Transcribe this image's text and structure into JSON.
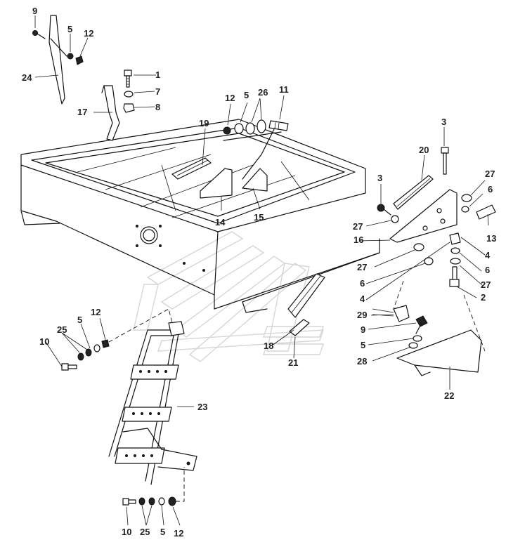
{
  "labels": {
    "l9a": "9",
    "l5a": "5",
    "l12a": "12",
    "l24": "24",
    "l1": "1",
    "l7": "7",
    "l8": "8",
    "l17": "17",
    "l12b": "12",
    "l5b": "5",
    "l26": "26",
    "l11": "11",
    "l19": "19",
    "l14": "14",
    "l15": "15",
    "l20": "20",
    "l3a": "3",
    "l3b": "3",
    "l27a": "27",
    "l6a": "6",
    "l13": "13",
    "l27b": "27",
    "l16": "16",
    "l4a": "4",
    "l27c": "27",
    "l6b": "6",
    "l4b": "4",
    "l6c": "6",
    "l27d": "27",
    "l2": "2",
    "l29": "29",
    "l9b": "9",
    "l5c": "5",
    "l28": "28",
    "l22": "22",
    "l18": "18",
    "l21": "21",
    "l12c": "12",
    "l5d": "5",
    "l25a": "25",
    "l10a": "10",
    "l23": "23",
    "l10b": "10",
    "l25b": "25",
    "l5e": "5",
    "l12d": "12"
  }
}
